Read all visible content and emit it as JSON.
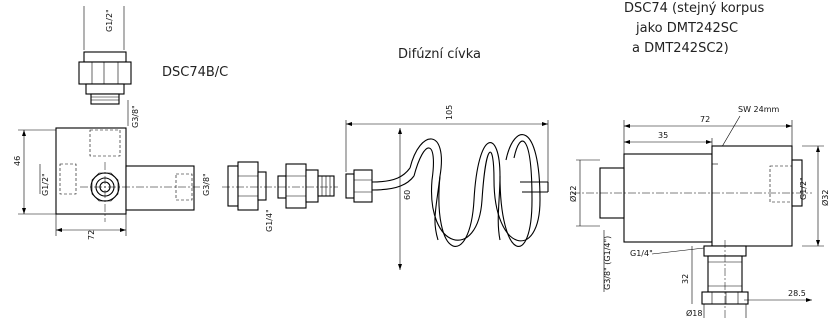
{
  "labels": {
    "dsc74bc": "DSC74B/C",
    "coil": "Difúzní cívka",
    "dsc74_line1": "DSC74 (stejný korpus",
    "dsc74_line2": "jako DMT242SC",
    "dsc74_line3": "a DMT242SC2)"
  },
  "dimensions": {
    "left_top_thread": "G1/2\"",
    "left_side_thread_top": "G3/8\"",
    "left_height": "46",
    "left_side_thread": "G1/2\"",
    "left_right_thread": "G3/8\"",
    "left_width": "72",
    "adapter_thread": "G1/4\"",
    "coil_width": "105",
    "coil_height": "60",
    "right_sw": "SW 24mm",
    "right_width": "72",
    "right_inner": "35",
    "right_dia_left": "Ø22",
    "right_thread_right": "G1/2\"",
    "right_dia_right": "Ø32",
    "right_thread_bottom": "G3/8\" (G1/4\")",
    "right_g14": "G1/4\"",
    "right_32": "32",
    "right_285": "28.5",
    "right_dia18": "Ø18"
  }
}
